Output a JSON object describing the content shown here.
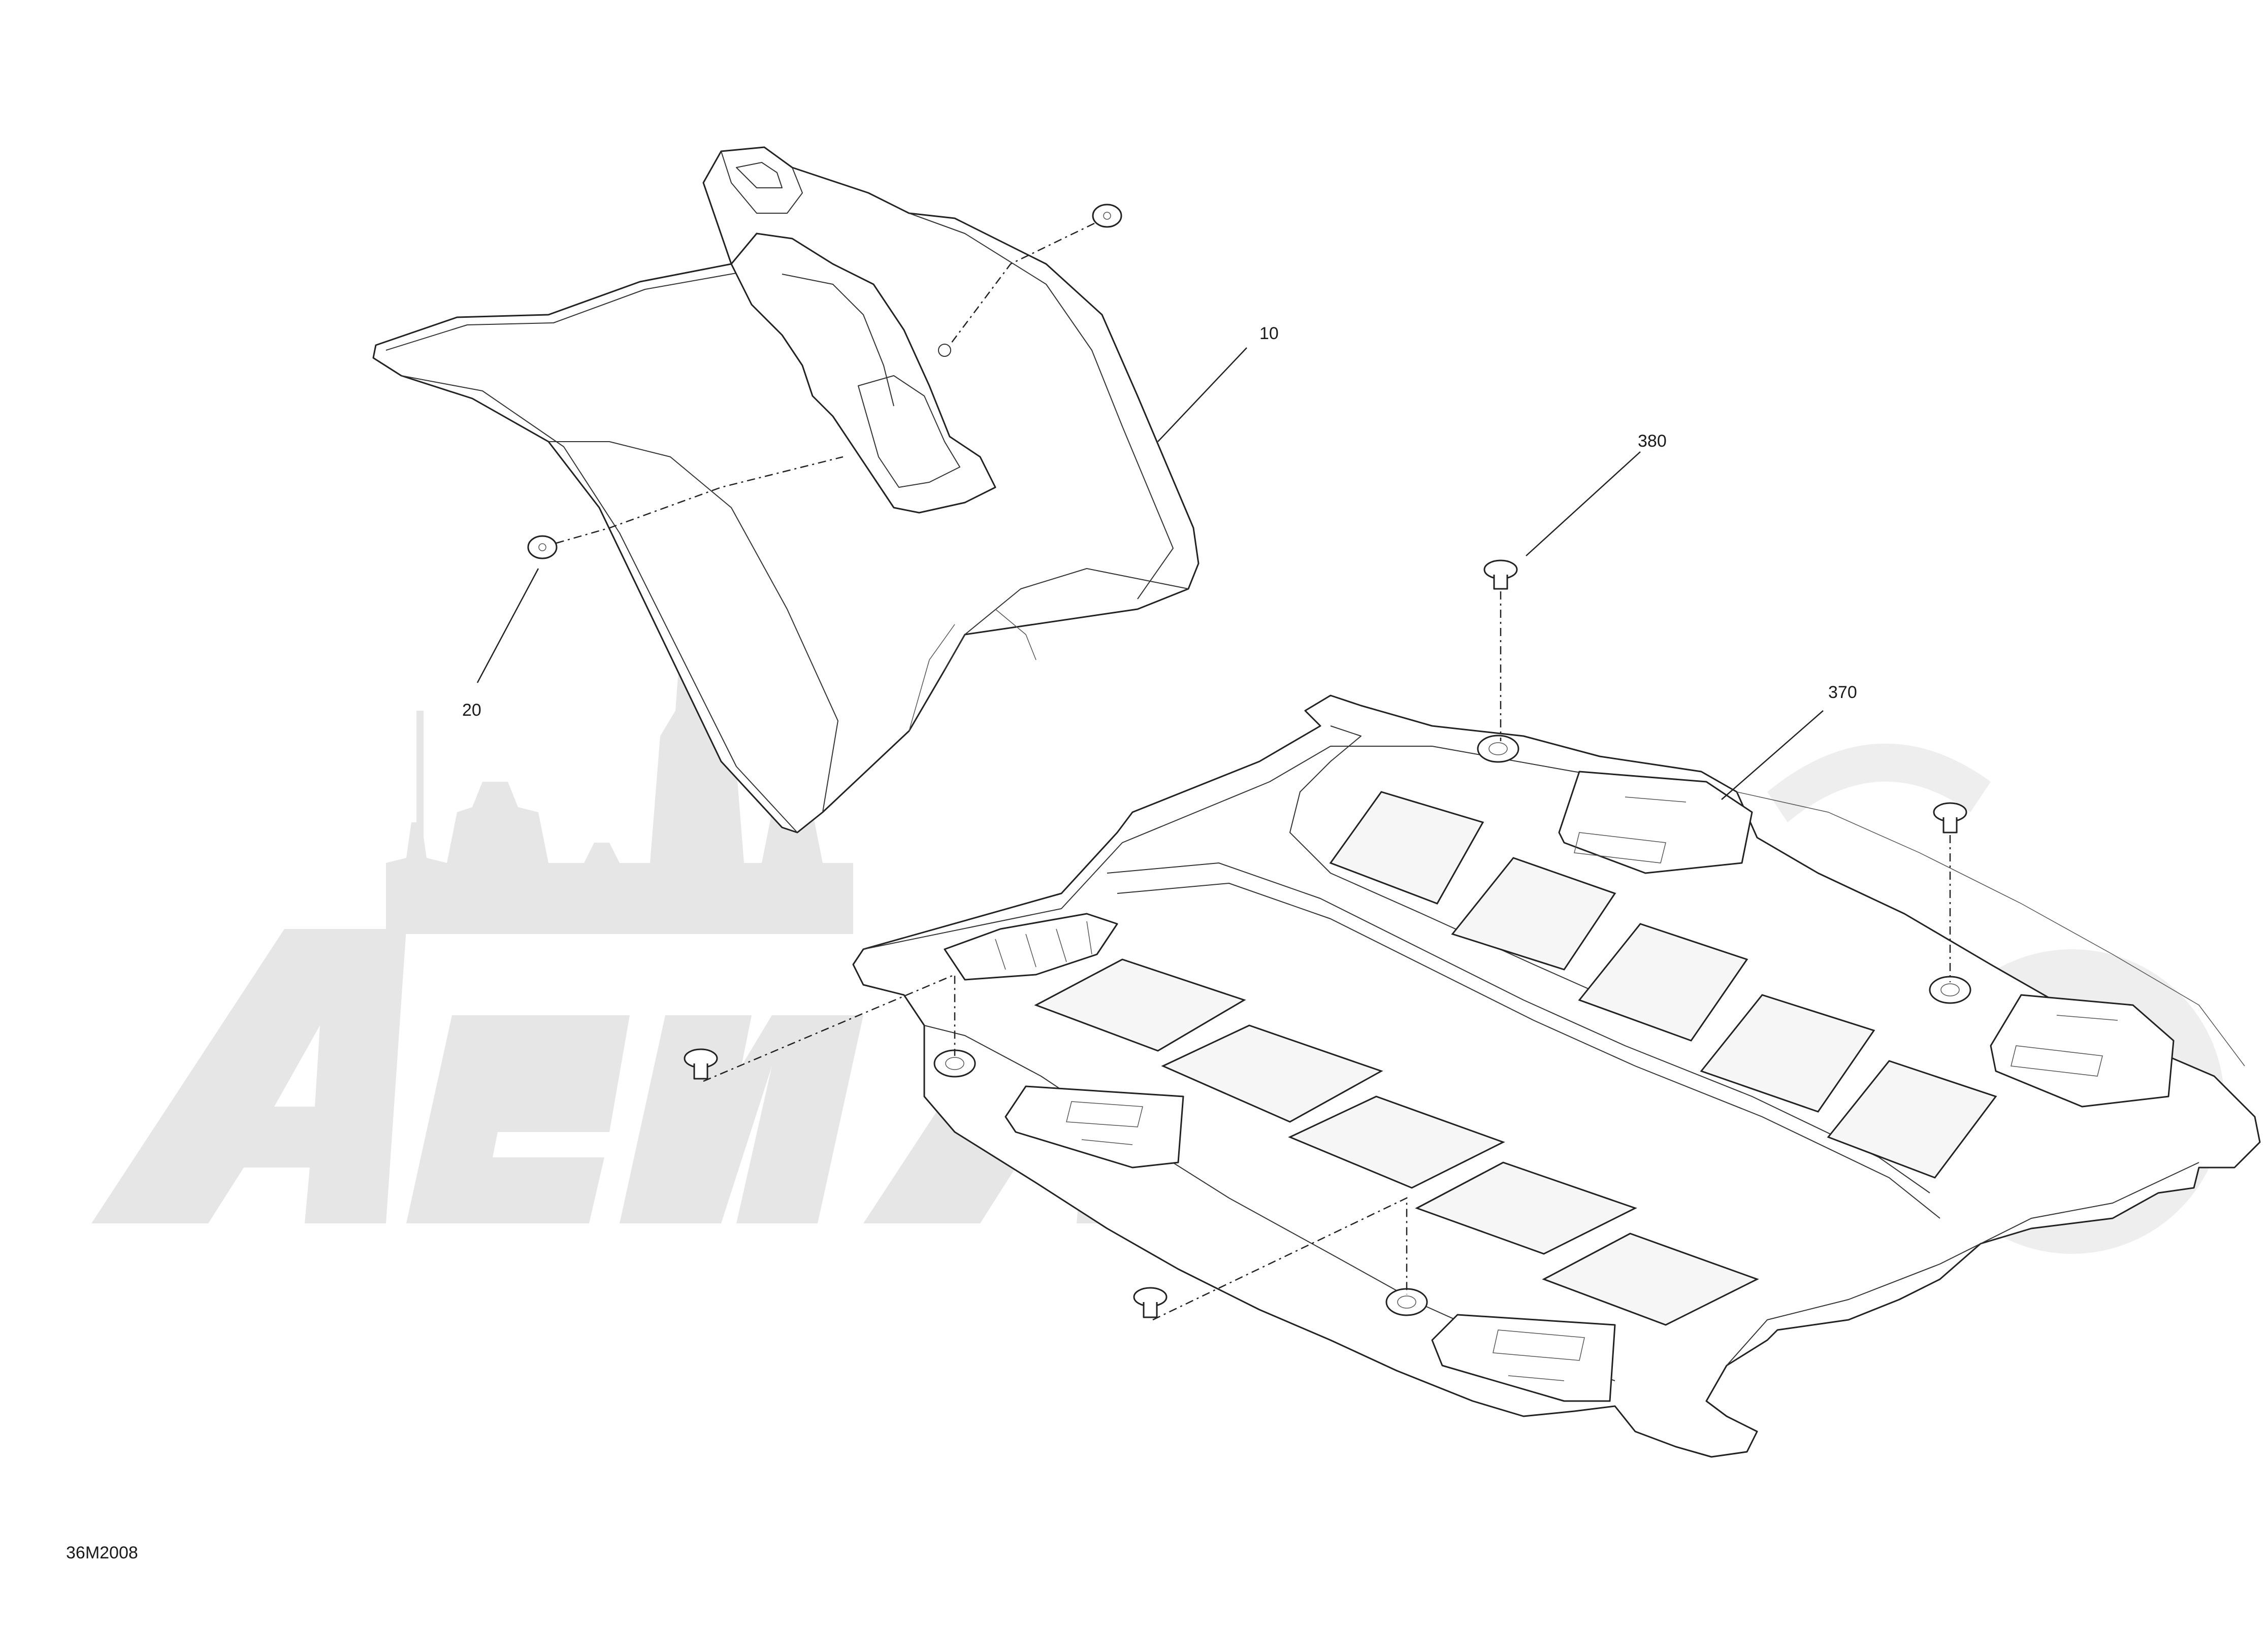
{
  "diagram": {
    "drawing_code": "36M2008",
    "callouts": [
      {
        "id": "c10",
        "label": "10"
      },
      {
        "id": "c20",
        "label": "20"
      },
      {
        "id": "c370",
        "label": "370"
      },
      {
        "id": "c380",
        "label": "380"
      }
    ],
    "parts": [
      {
        "name": "upper-cover",
        "callout": "10"
      },
      {
        "name": "screw",
        "callout": "20"
      },
      {
        "name": "skid-plate",
        "callout": "370"
      },
      {
        "name": "flange-screw",
        "callout": "380"
      }
    ],
    "colors": {
      "line": "#222222",
      "watermark": "#e6e6e6",
      "background": "#ffffff"
    }
  }
}
